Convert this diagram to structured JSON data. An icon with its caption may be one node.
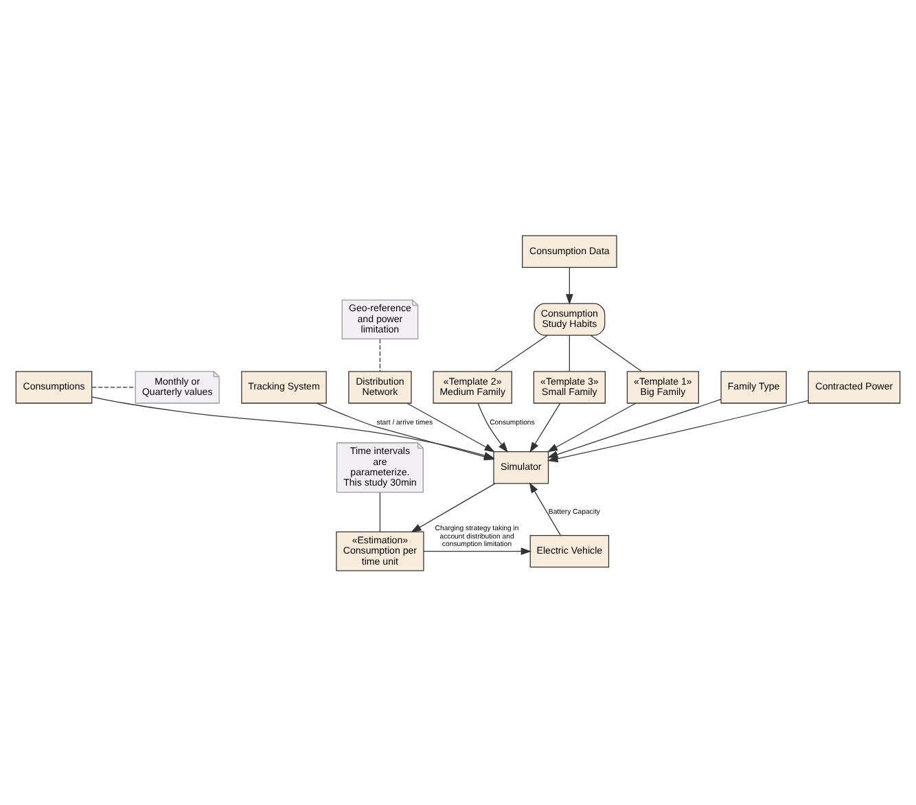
{
  "diagram": {
    "nodes": [
      {
        "text": [
          "Consumptions"
        ]
      },
      {
        "text": [
          "Monthly or Quarterly values"
        ]
      },
      {
        "text": [
          "Consumption Data"
        ]
      },
      {
        "text": [
          "Consumption Study Habits"
        ]
      },
      {
        "text": [
          "Tracking System"
        ]
      },
      {
        "text": [
          "Geo-reference and power limitation"
        ]
      },
      {
        "text": [
          "Distribution Network"
        ]
      },
      {
        "text": [
          "«Template 1»",
          "Big Family"
        ]
      },
      {
        "text": [
          "«Template 2»",
          "Medium Family"
        ]
      },
      {
        "text": [
          "«Template 3»",
          "Small Family"
        ]
      },
      {
        "text": [
          "Family Type"
        ]
      },
      {
        "text": [
          "Contracted Power"
        ]
      },
      {
        "text": [
          "Simulator"
        ]
      },
      {
        "text": [
          "Time intervals are parameterize. This study 30min"
        ]
      },
      {
        "text": [
          "Electric Vehicle"
        ]
      },
      {
        "text": [
          "«Estimation»",
          "Consumption per time unit"
        ]
      }
    ],
    "edges": [
      {
        "from": 0,
        "to": 1,
        "arrow": "none",
        "style": "dashed"
      },
      {
        "from": 5,
        "to": 6,
        "arrow": "none",
        "style": "dashed"
      },
      {
        "from": 2,
        "to": 3,
        "arrow": "to"
      },
      {
        "from": 3,
        "to": 7,
        "arrow": "none"
      },
      {
        "from": 3,
        "to": 8,
        "arrow": "none"
      },
      {
        "from": 3,
        "to": 9,
        "arrow": "none"
      },
      {
        "from": 7,
        "to": 12,
        "arrow": "to"
      },
      {
        "from": 8,
        "to": 12,
        "arrow": "to",
        "label": "Consumptions"
      },
      {
        "from": 9,
        "to": 12,
        "arrow": "to"
      },
      {
        "from": 0,
        "to": 12,
        "arrow": "to"
      },
      {
        "from": 6,
        "to": 12,
        "arrow": "to"
      },
      {
        "from": 10,
        "to": 12,
        "arrow": "to"
      },
      {
        "from": 11,
        "to": 12,
        "arrow": "to"
      },
      {
        "from": 4,
        "to": 12,
        "arrow": "to",
        "label": "start / arrive times"
      },
      {
        "from": 14,
        "to": 12,
        "arrow": "to",
        "label": "Battery Capacity"
      },
      {
        "from": 12,
        "to": 15,
        "arrow": "to"
      },
      {
        "from": 13,
        "to": 15,
        "arrow": "none"
      },
      {
        "from": 15,
        "to": 14,
        "arrow": "to",
        "label": "Charging strategy taking in account distribution and consumption limitation"
      }
    ]
  }
}
